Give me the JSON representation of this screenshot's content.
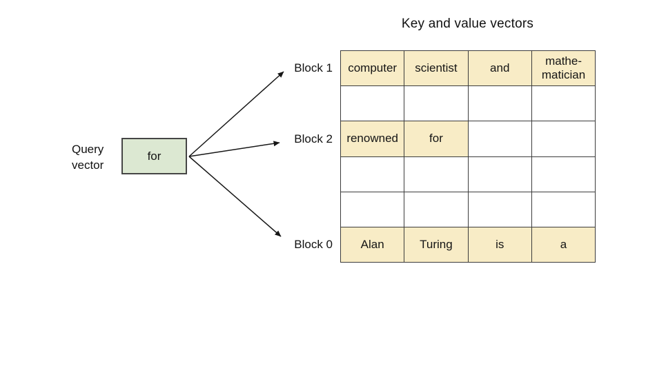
{
  "title": "Key and value vectors",
  "query": {
    "label_lines": [
      "Query",
      "vector"
    ],
    "box_text": "for"
  },
  "blocks": [
    {
      "label": "Block 1"
    },
    {
      "label": "Block 2"
    },
    {
      "label": "Block 0"
    }
  ],
  "table": {
    "columns": 4,
    "rows": [
      {
        "cells": [
          {
            "text": "computer",
            "highlight": true
          },
          {
            "text": "scientist",
            "highlight": true
          },
          {
            "text": "and",
            "highlight": true
          },
          {
            "text": "mathe-matician",
            "highlight": true
          }
        ]
      },
      {
        "cells": [
          {
            "text": "",
            "highlight": false
          },
          {
            "text": "",
            "highlight": false
          },
          {
            "text": "",
            "highlight": false
          },
          {
            "text": "",
            "highlight": false
          }
        ]
      },
      {
        "cells": [
          {
            "text": "renowned",
            "highlight": true
          },
          {
            "text": "for",
            "highlight": true
          },
          {
            "text": "",
            "highlight": false
          },
          {
            "text": "",
            "highlight": false
          }
        ]
      },
      {
        "cells": [
          {
            "text": "",
            "highlight": false
          },
          {
            "text": "",
            "highlight": false
          },
          {
            "text": "",
            "highlight": false
          },
          {
            "text": "",
            "highlight": false
          }
        ]
      },
      {
        "cells": [
          {
            "text": "",
            "highlight": false
          },
          {
            "text": "",
            "highlight": false
          },
          {
            "text": "",
            "highlight": false
          },
          {
            "text": "",
            "highlight": false
          }
        ]
      },
      {
        "cells": [
          {
            "text": "Alan",
            "highlight": true
          },
          {
            "text": "Turing",
            "highlight": true
          },
          {
            "text": "is",
            "highlight": true
          },
          {
            "text": "a",
            "highlight": true
          }
        ]
      }
    ]
  },
  "colors": {
    "highlight": "#f8ecc6",
    "query_box": "#dce8d2",
    "grid_border": "#3b3b3b",
    "box_border": "#454545",
    "arrow": "#161616"
  }
}
